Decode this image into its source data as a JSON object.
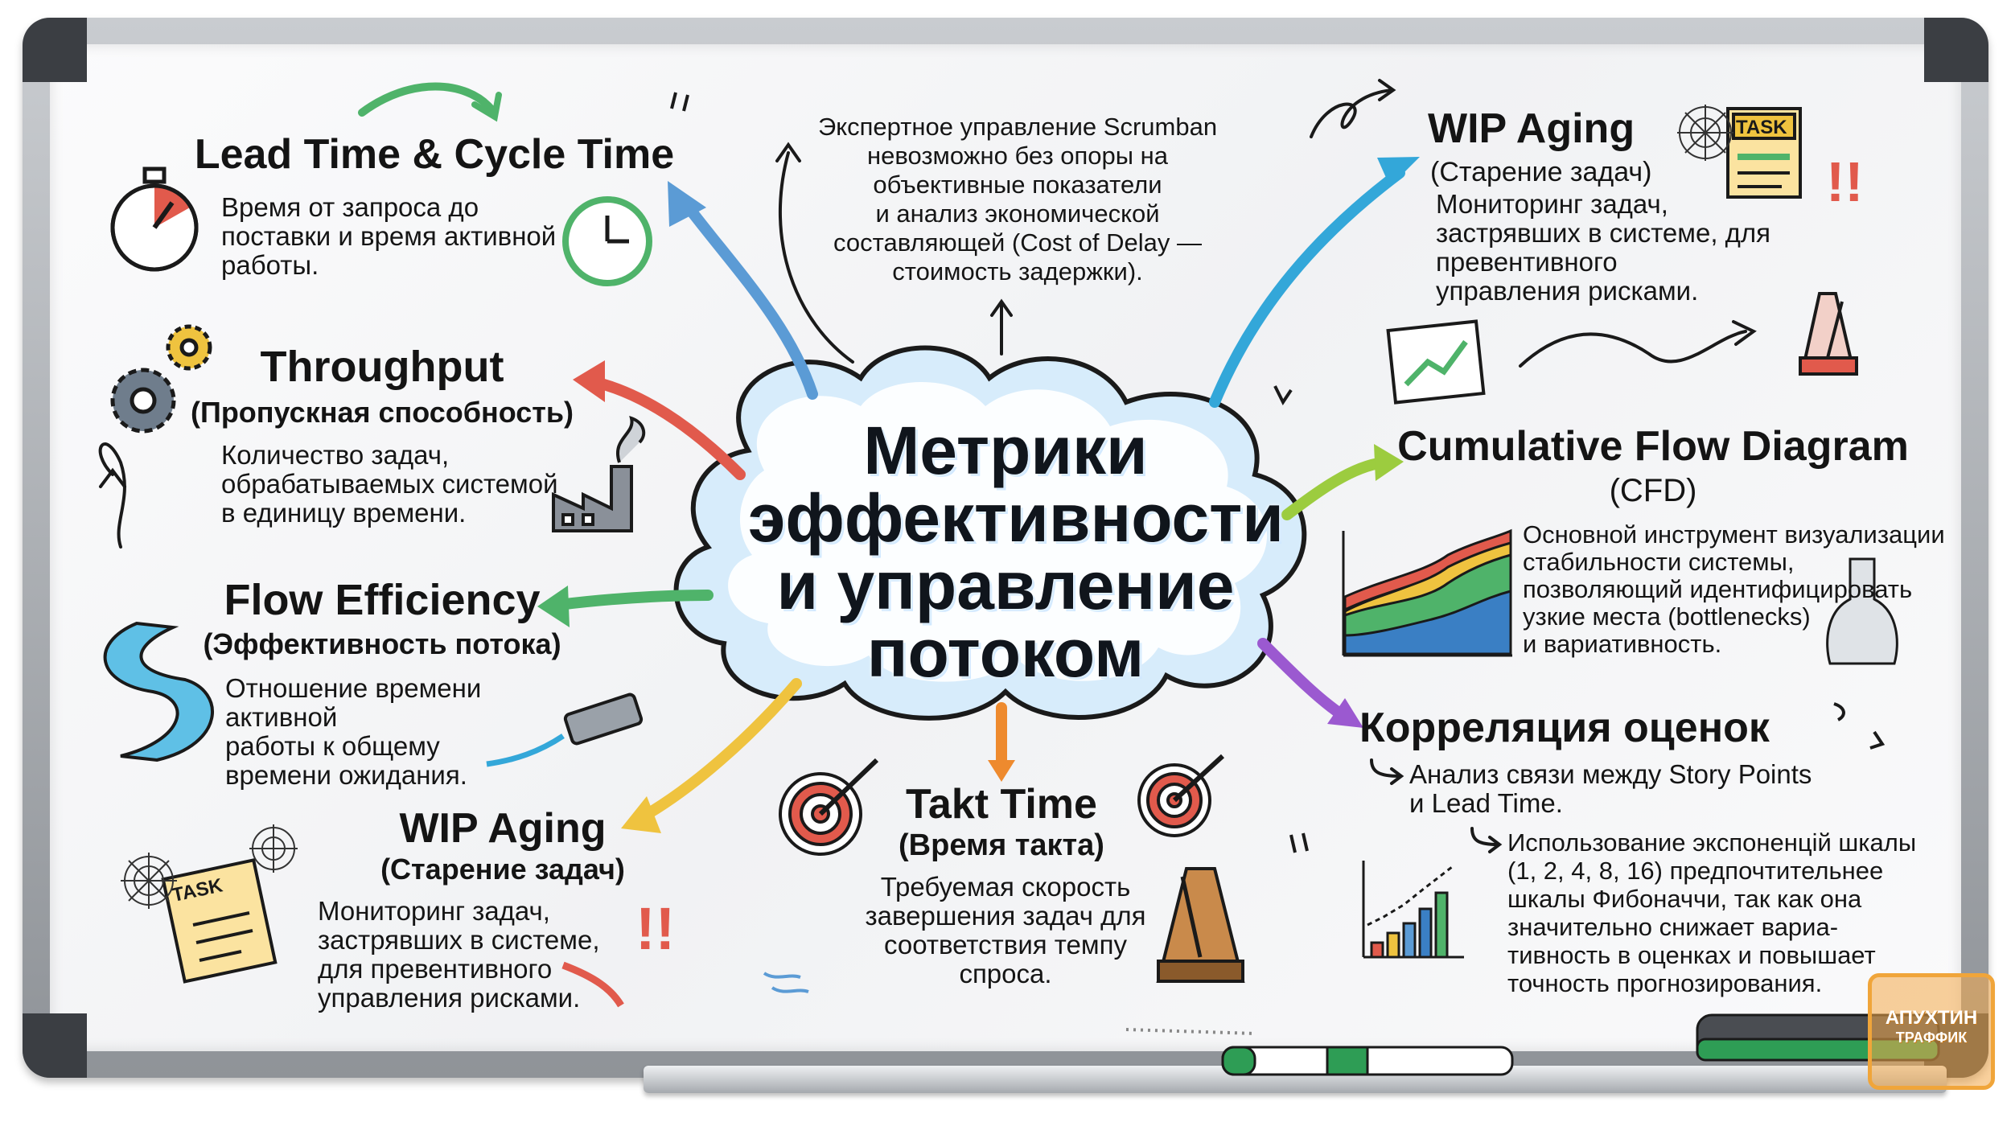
{
  "center": {
    "title": "Метрики\nэффективности\nи управление\nпотоком"
  },
  "intro": {
    "text": "Экспертное управление Scrumban\nневозможно без опоры на\nобъективные показатели\nи анализ экономической\nсоставляющей (Cost of Delay —\nстоимость задержки)."
  },
  "lead_time": {
    "title": "Lead Time & Cycle Time",
    "text": "Время от запроса до\nпоставки и время активной\nработы."
  },
  "throughput": {
    "title": "Throughput",
    "subtitle": "(Пропускная способность)",
    "text": "Количество задач,\nобрабатываемых системой\nв единицу времени."
  },
  "flow_efficiency": {
    "title": "Flow Efficiency",
    "subtitle": "(Эффективность потока)",
    "text": "Отношение времени активной\nработы к общему\nвремени ожидания."
  },
  "wip_left": {
    "title": "WIP Aging",
    "subtitle": "(Старение задач)",
    "text": "Мониторинг задач,\nзастрявших в системе,\nдля превентивного\nуправления рисками."
  },
  "takt": {
    "title": "Takt Time",
    "subtitle": "(Время такта)",
    "text": "Требуемая скорость\nзавершения задач для\nсоответствия темпу\nспроса."
  },
  "wip_right": {
    "title": "WIP Aging",
    "subtitle": "(Старение задач)",
    "text": "Мониторинг задач,\nзастрявших в системе, для превентивного\nуправления рисками."
  },
  "cfd": {
    "title": "Cumulative Flow Diagram",
    "subtitle": "(CFD)",
    "text": "Основной инструмент визуализации\nстабильности системы,\nпозволяющий идентифицировать\nузкие места (bottlenecks)\nи вариативность."
  },
  "correlation": {
    "title": "Корреляция оценок",
    "point1": "Анализ связи между Story Points\nи Lead Time.",
    "point2": "Использование экспоненцій шкалы\n(1, 2, 4, 8, 16) предпочтительнее\nшкалы Фибоначчи, так как она\nзначительно снижает вариа-\nтивность в оценках и повышает\nточность прогнозирования."
  },
  "icons": {
    "task_label": "TASK",
    "exclaim": "!!"
  },
  "watermark": {
    "line1": "АПУХТИН",
    "line2": "ТРАФФИК"
  },
  "colors": {
    "blue": "#5b9bd5",
    "red": "#e15a4c",
    "green": "#4fb36a",
    "yellow": "#efc33f",
    "orange": "#ee8a2e",
    "purple": "#9b59d0",
    "lime": "#9ccc3f",
    "teal": "#33a7d9"
  }
}
